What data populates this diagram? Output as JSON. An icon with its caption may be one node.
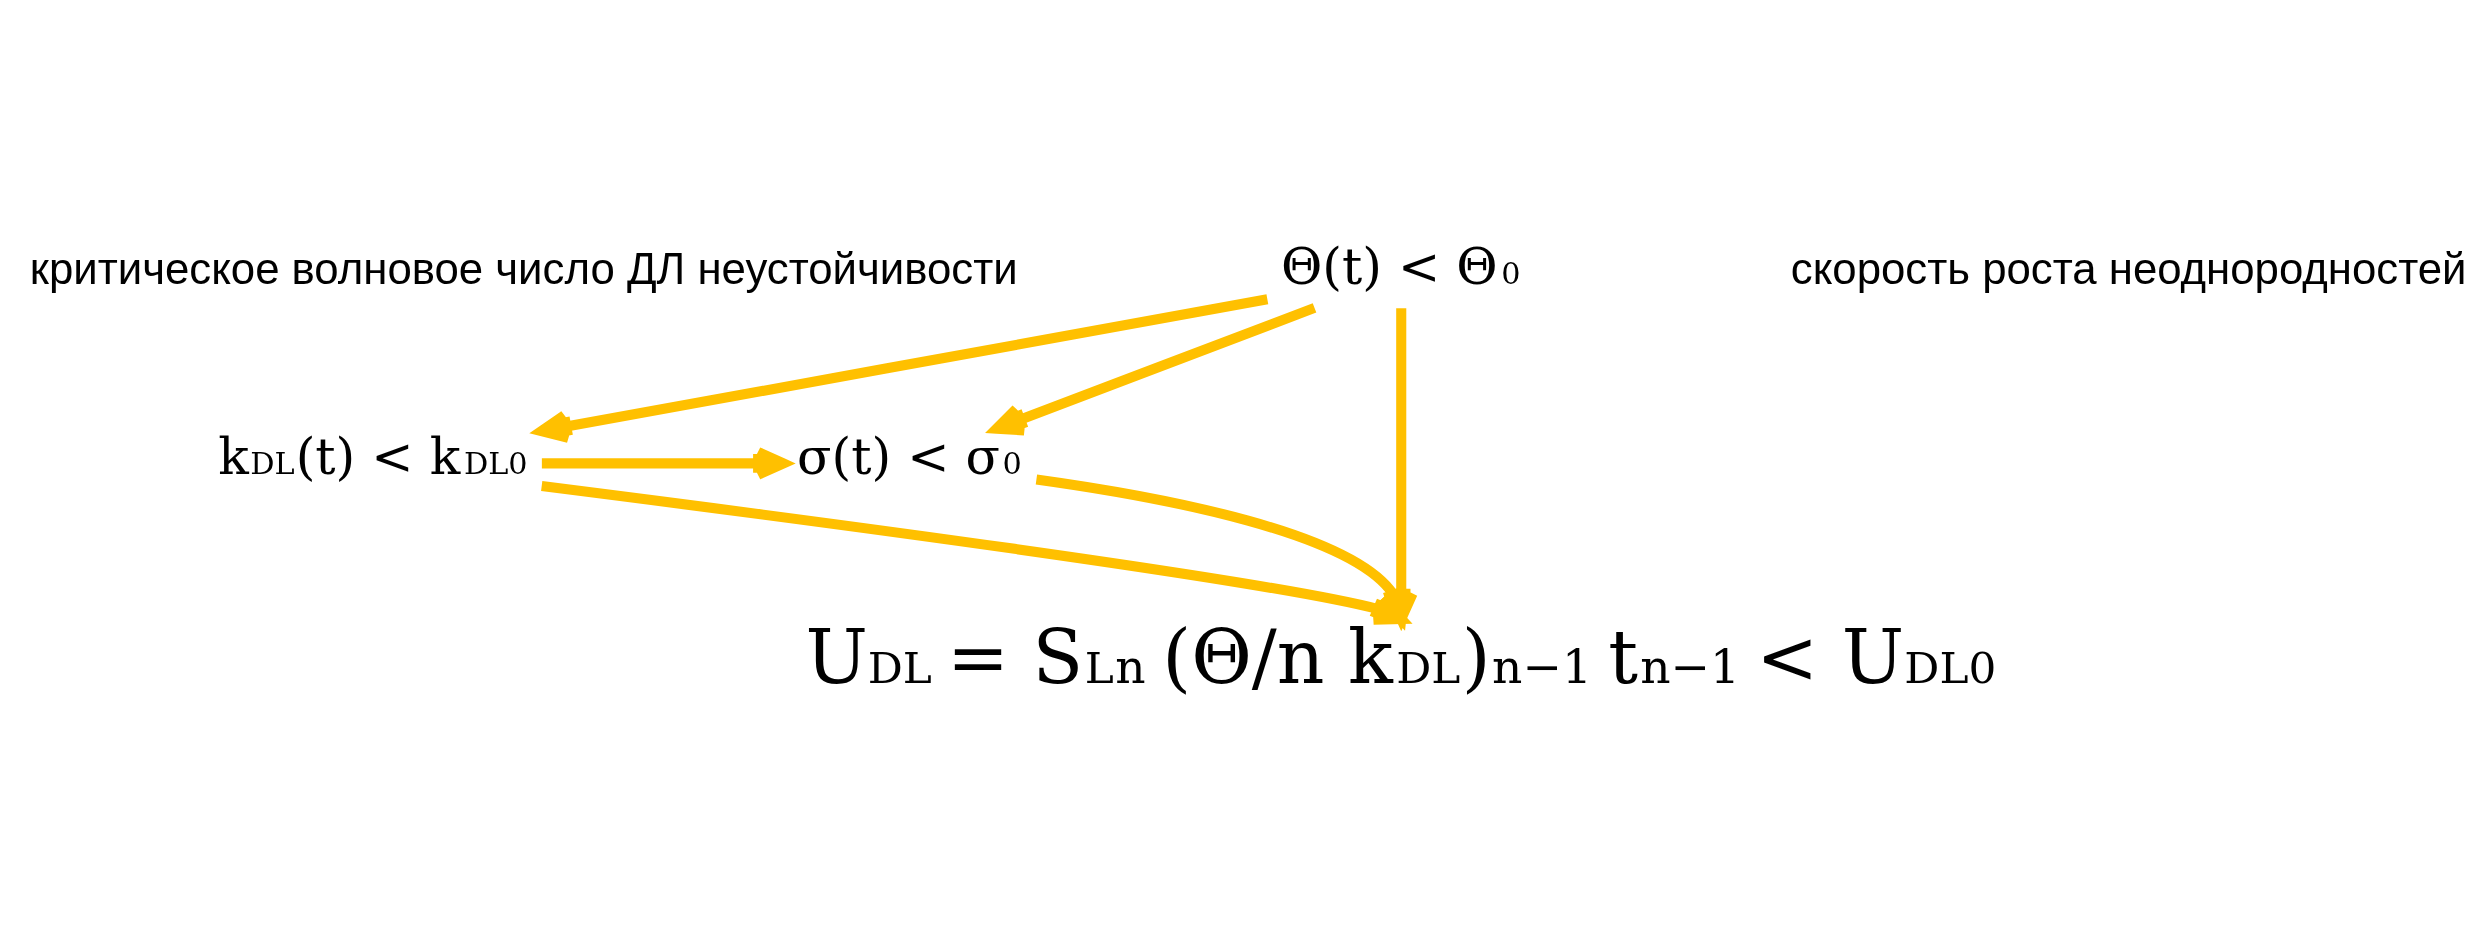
{
  "diagram": {
    "nodes": [
      {
        "text": [
          "Θ(t) < Θ$_{0}$"
        ]
      },
      {
        "text": [
          "k$_{DL}$(t) < k$_{DL0}$"
        ]
      },
      {
        "text": [
          "σ(t) < σ$_{0}$"
        ]
      },
      {
        "text": [
          "U$_{DL}$ = S$_{L}$$^{n}$ (Θ/n k$_{DL}$)$^{n−1}$ t$^{n−1}$ < U$_{DL0}$"
        ]
      }
    ],
    "edges": [
      {
        "from": 0,
        "to": 1,
        "arrow": "to"
      },
      {
        "from": 0,
        "to": 3,
        "arrow": "to"
      },
      {
        "from": 0,
        "to": 2,
        "arrow": "to"
      },
      {
        "from": 1,
        "to": 2,
        "arrow": "to"
      },
      {
        "from": 1,
        "to": 3,
        "arrow": "to"
      },
      {
        "from": 2,
        "to": 3,
        "arrow": "to"
      }
    ],
    "labels": [
      "критическое волновое число ДЛ неустойчивости",
      "скорость роста неоднородностей"
    ]
  }
}
